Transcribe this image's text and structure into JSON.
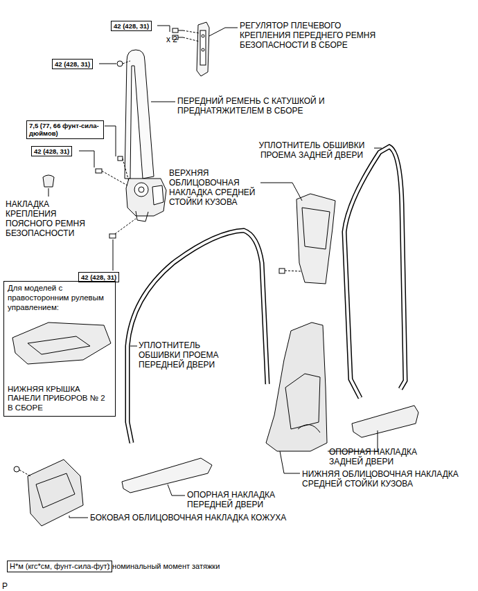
{
  "diagram": {
    "nodes": [
      {
        "text": [
          "42 (428, 31)"
        ]
      },
      {
        "text": [
          "42 (428, 31)"
        ]
      },
      {
        "text": [
          "7,5 (77, 66 фунт-сила-дюймов)"
        ]
      },
      {
        "text": [
          "42 (428, 31)"
        ]
      },
      {
        "text": [
          "42 (428, 31)"
        ]
      },
      {
        "text": [
          "Для моделей с правосторонним рулевым управлением:",
          "НИЖНЯЯ КРЫШКА ПАНЕЛИ ПРИБОРОВ № 2 В СБОРЕ"
        ]
      },
      {
        "text": [
          "Н*м (кгс*см, фунт-сила-фут)"
        ]
      }
    ],
    "labels": [
      "x 2",
      "РЕГУЛЯТОР ПЛЕЧЕВОГО КРЕПЛЕНИЯ ПЕРЕДНЕГО РЕМНЯ БЕЗОПАСНОСТИ В СБОРЕ",
      "ПЕРЕДНИЙ РЕМЕНЬ С КАТУШКОЙ И ПРЕДНАТЯЖИТЕЛЕМ В СБОРЕ",
      "УПЛОТНИТЕЛЬ ОБШИВКИ ПРОЕМА ЗАДНЕЙ ДВЕРИ",
      "ВЕРХНЯЯ ОБЛИЦОВОЧНАЯ НАКЛАДКА СРЕДНЕЙ СТОЙКИ КУЗОВА",
      "НАКЛАДКА КРЕПЛЕНИЯ ПОЯСНОГО РЕМНЯ БЕЗОПАСНОСТИ",
      "УПЛОТНИТЕЛЬ ОБШИВКИ ПРОЕМА ПЕРЕДНЕЙ ДВЕРИ",
      "ОПОРНАЯ НАКЛАДКА ЗАДНЕЙ ДВЕРИ",
      "НИЖНЯЯ ОБЛИЦОВОЧНАЯ НАКЛАДКА СРЕДНЕЙ СТОЙКИ КУЗОВА",
      "ОПОРНАЯ НАКЛАДКА ПЕРЕДНЕЙ ДВЕРИ",
      "БОКОВАЯ ОБЛИЦОВОЧНАЯ НАКЛАДКА КОЖУХА",
      ": номинальный момент затяжки",
      "P"
    ]
  }
}
